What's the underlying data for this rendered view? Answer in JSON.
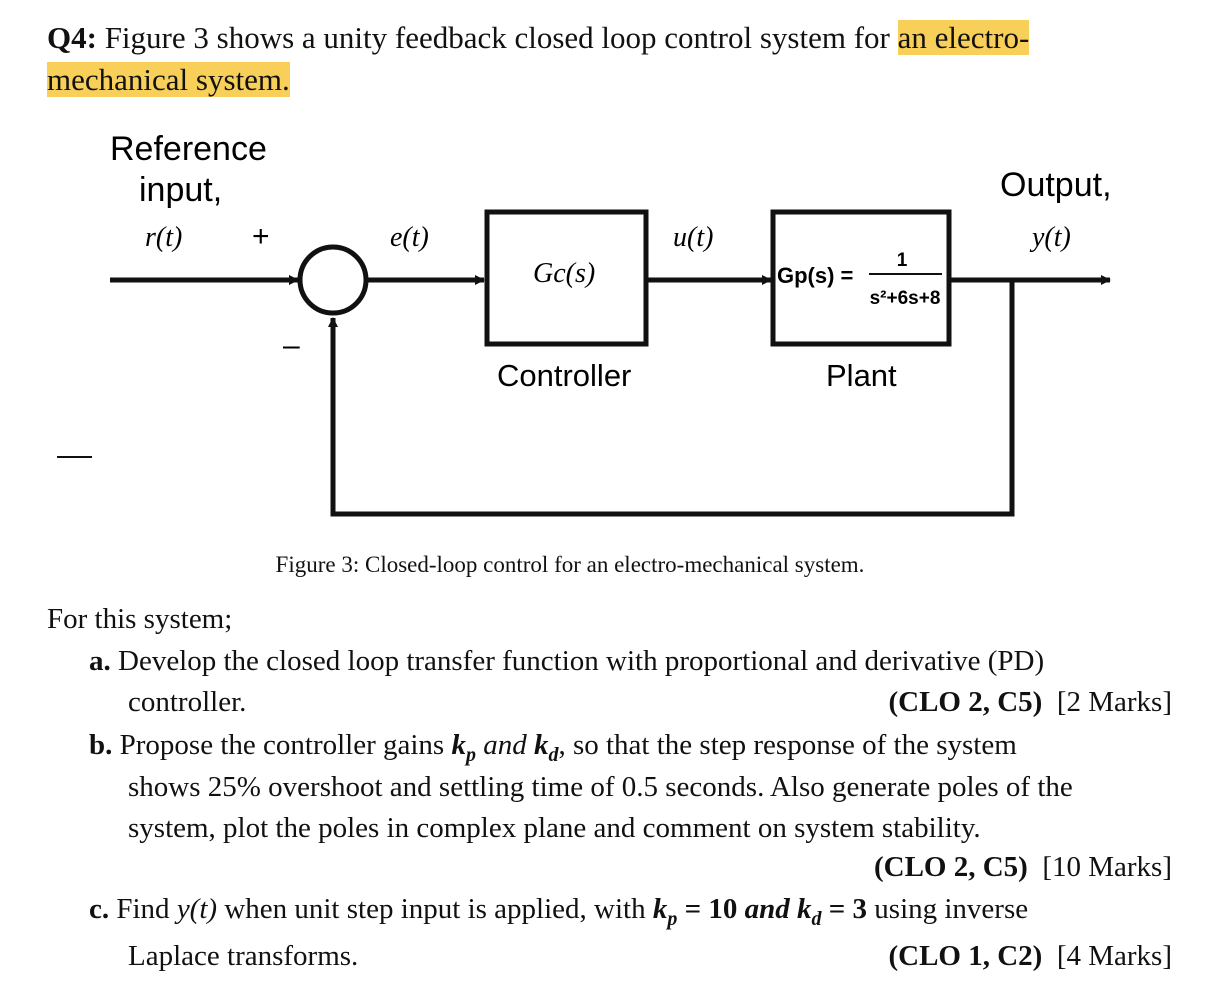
{
  "question": {
    "number": "Q4:",
    "text_plain": " Figure 3 shows a unity feedback closed loop control system for ",
    "text_highlight_1": "an electro-",
    "text_highlight_2": "mechanical system."
  },
  "diagram": {
    "reference_input_1": "Reference",
    "reference_input_2": "input,",
    "reference_signal": "r(t)",
    "plus_sign": "+",
    "minus_sign": "–",
    "error_signal": "e(t)",
    "controller_tf": "Gc(s)",
    "controller_label": "Controller",
    "control_signal": "u(t)",
    "plant_tf_left": "Gp(s) =",
    "plant_tf_num": "1",
    "plant_tf_den": "s²+6s+8",
    "plant_label": "Plant",
    "output_1": "Output,",
    "output_signal": "y(t)"
  },
  "caption": "Figure 3: Closed-loop control for an electro-mechanical system.",
  "intro": "For this system;",
  "items": [
    {
      "label": "a.",
      "line1": "Develop the closed loop transfer function with proportional and derivative (PD)",
      "line2": "controller.",
      "clo": "(CLO 2, C5)",
      "marks": "[2 Marks]"
    },
    {
      "label": "b.",
      "line1_pre": "Propose the controller gains ",
      "kp": "k",
      "kp_sub": "p",
      "and_text": " and ",
      "kd": "k",
      "kd_sub": "d",
      "line1_post": ", so that the step response of the system",
      "line2": "shows 25% overshoot and settling time of 0.5 seconds. Also generate poles of the",
      "line3": "system, plot the poles in complex plane and comment on system stability.",
      "clo": "(CLO 2, C5)",
      "marks": "[10 Marks]"
    },
    {
      "label": "c.",
      "pre": "Find ",
      "yt": "y(t)",
      "mid": " when unit step input is applied, with ",
      "kp": "k",
      "kp_sub": "p",
      "eq1": " = 10 ",
      "and_text": "and ",
      "kd": "k",
      "kd_sub": "d",
      "eq2": " = 3",
      "post": " using inverse",
      "line2": "Laplace transforms.",
      "clo": "(CLO 1, C2)",
      "marks": "[4 Marks]"
    }
  ]
}
